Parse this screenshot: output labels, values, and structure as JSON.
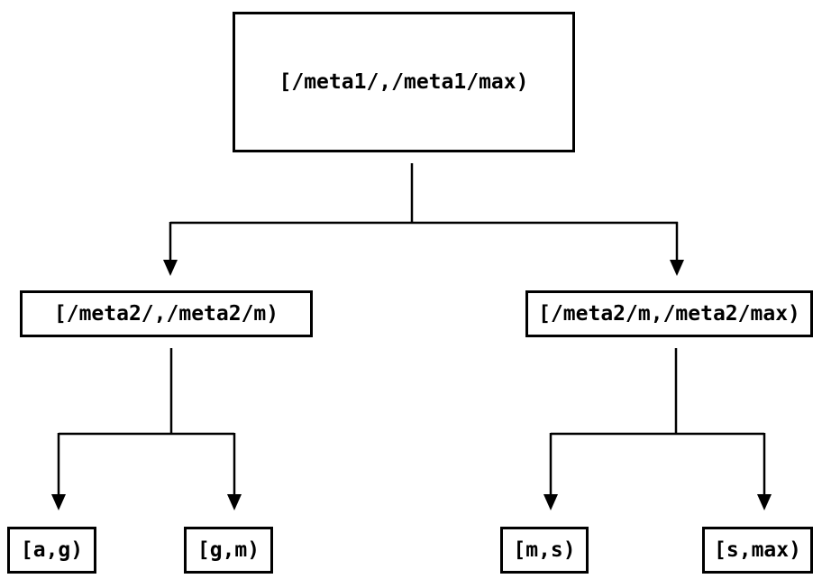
{
  "diagram": {
    "type": "interval-partition-tree",
    "colors": {
      "background": "#ffffff",
      "line": "#000000",
      "text": "#000000",
      "box_border": "#000000"
    },
    "nodes": {
      "root": {
        "label": "[/meta1/,/meta1/max)"
      },
      "meta2_low": {
        "label": "[/meta2/,/meta2/m)"
      },
      "meta2_high": {
        "label": "[/meta2/m,/meta2/max)"
      },
      "leaf_ag": {
        "label": "[a,g)"
      },
      "leaf_gm": {
        "label": "[g,m)"
      },
      "leaf_ms": {
        "label": "[m,s)"
      },
      "leaf_smax": {
        "label": "[s,max)"
      }
    },
    "edges": [
      {
        "from": "root",
        "to": "meta2_low"
      },
      {
        "from": "root",
        "to": "meta2_high"
      },
      {
        "from": "meta2_low",
        "to": "leaf_ag"
      },
      {
        "from": "meta2_low",
        "to": "leaf_gm"
      },
      {
        "from": "meta2_high",
        "to": "leaf_ms"
      },
      {
        "from": "meta2_high",
        "to": "leaf_smax"
      }
    ]
  }
}
